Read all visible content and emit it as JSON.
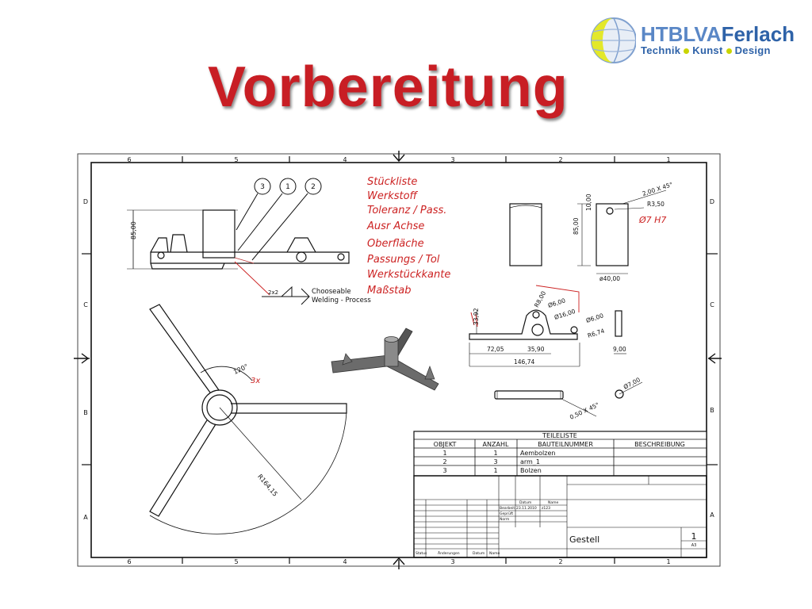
{
  "slide": {
    "title": "Vorbereitung"
  },
  "logo": {
    "name_part1": "HTBLVA",
    "name_part2": "Ferlach",
    "tagline_1": "Technik",
    "tagline_2": "Kunst",
    "tagline_3": "Design"
  },
  "frame": {
    "col_labels_top": [
      "6",
      "5",
      "4",
      "3",
      "2",
      "1"
    ],
    "col_labels_bottom": [
      "6",
      "5",
      "4",
      "3",
      "2",
      "1"
    ],
    "row_labels": [
      "D",
      "C",
      "B",
      "A"
    ]
  },
  "notes": [
    "Stückliste",
    "Werkstoff",
    "Toleranz / Pass.",
    "Ausr Achse",
    "Oberfläche",
    "Passungs / Tol",
    "Werkstückkante",
    "Maßstab"
  ],
  "dimensions": {
    "height_85": "85,00",
    "weld_size": "2x2",
    "weld_note_1": "Chooseable",
    "weld_note_2": "Welding - Process",
    "angle_120": "120°",
    "angle_note": "3x",
    "radius_arm": "R164,15",
    "pin_height_10": "10,00",
    "pin_height_85": "85,00",
    "pin_chamfer": "2,00 X 45°",
    "pin_radius": "R3,50",
    "pin_fit": "Ø7 H7",
    "pin_diameter": "ø40,00",
    "arm_r8": "R8,00",
    "arm_d6_top": "Ø6,00",
    "arm_d16": "Ø16,00",
    "arm_d6_right": "Ø6,00",
    "arm_r674": "R6,74",
    "arm_h3392": "33,92",
    "arm_w7205": "72,05",
    "arm_w3590": "35,90",
    "arm_total": "146,74",
    "arm_thick": "9,00",
    "bolt_d7": "Ø7,00",
    "bolt_chamfer": "0,50 X 45°"
  },
  "parts_list": {
    "title": "TEILELISTE",
    "headers": [
      "OBJEKT",
      "ANZAHL",
      "BAUTEILNUMMER",
      "BESCHREIBUNG"
    ],
    "rows": [
      [
        "1",
        "1",
        "Aembolzen",
        ""
      ],
      [
        "2",
        "3",
        "arm_1",
        ""
      ],
      [
        "3",
        "1",
        "Bolzen",
        ""
      ]
    ]
  },
  "title_block": {
    "date_label": "Datum",
    "name_label": "Name",
    "bearb_label": "Bearbeit.",
    "bearb_date": "23.11.2010",
    "bearb_name": "z123",
    "gepr_label": "Geprüft",
    "norm_label": "Norm",
    "status_label": "Status",
    "changes_label": "Änderungen",
    "chg_date_label": "Datum",
    "chg_name_label": "Name",
    "drawing_title": "Gestell",
    "sheet_number": "1",
    "format": "A3"
  },
  "balloons": [
    "3",
    "1",
    "2"
  ]
}
